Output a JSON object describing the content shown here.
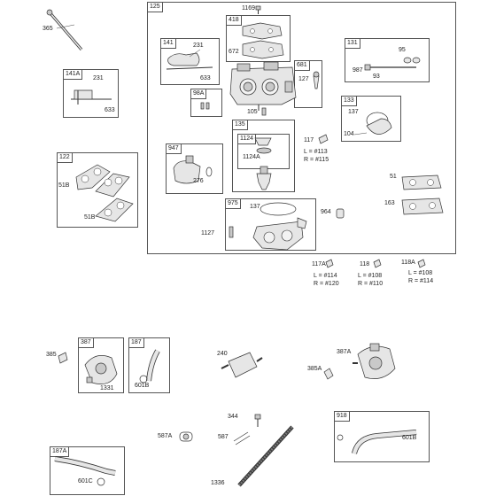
{
  "boxes": {
    "b125": "125",
    "b418": "418",
    "b141": "141",
    "b141a": "141A",
    "b98a": "98A",
    "b131": "131",
    "b681": "681",
    "b133": "133",
    "b135": "135",
    "b1124": "1124",
    "b947": "947",
    "b122": "122",
    "b975": "975",
    "b387": "387",
    "b187": "187",
    "b918": "918",
    "b187a": "187A"
  },
  "labels": {
    "l365": "365",
    "l1169": "1169",
    "l672": "672",
    "l231a": "231",
    "l633a": "633",
    "l231b": "231",
    "l633b": "633",
    "l95": "95",
    "l987": "987",
    "l93": "93",
    "l127": "127",
    "l105": "105",
    "l137a": "137",
    "l104": "104",
    "l117": "117",
    "l1124a": "1124A",
    "l113": "L = #113",
    "l115": "R = #115",
    "l276": "276",
    "l51b_1": "51B",
    "l51b_2": "51B",
    "l51": "51",
    "l163": "163",
    "l137b": "137",
    "l964": "964",
    "l1127": "1127",
    "l117a": "117A",
    "l114a": "L = #114",
    "l120": "R = #120",
    "l118": "118",
    "l108a": "L = #108",
    "l110": "R = #110",
    "l118a": "118A",
    "l108b": "L = #108",
    "l114b": "R = #114",
    "l385": "385",
    "l1331": "1331",
    "l601b_1": "601B",
    "l240": "240",
    "l387a": "387A",
    "l385a": "385A",
    "l344": "344",
    "l587a": "587A",
    "l587": "587",
    "l601b_2": "601B",
    "l1336": "1336",
    "l601c": "601C"
  }
}
